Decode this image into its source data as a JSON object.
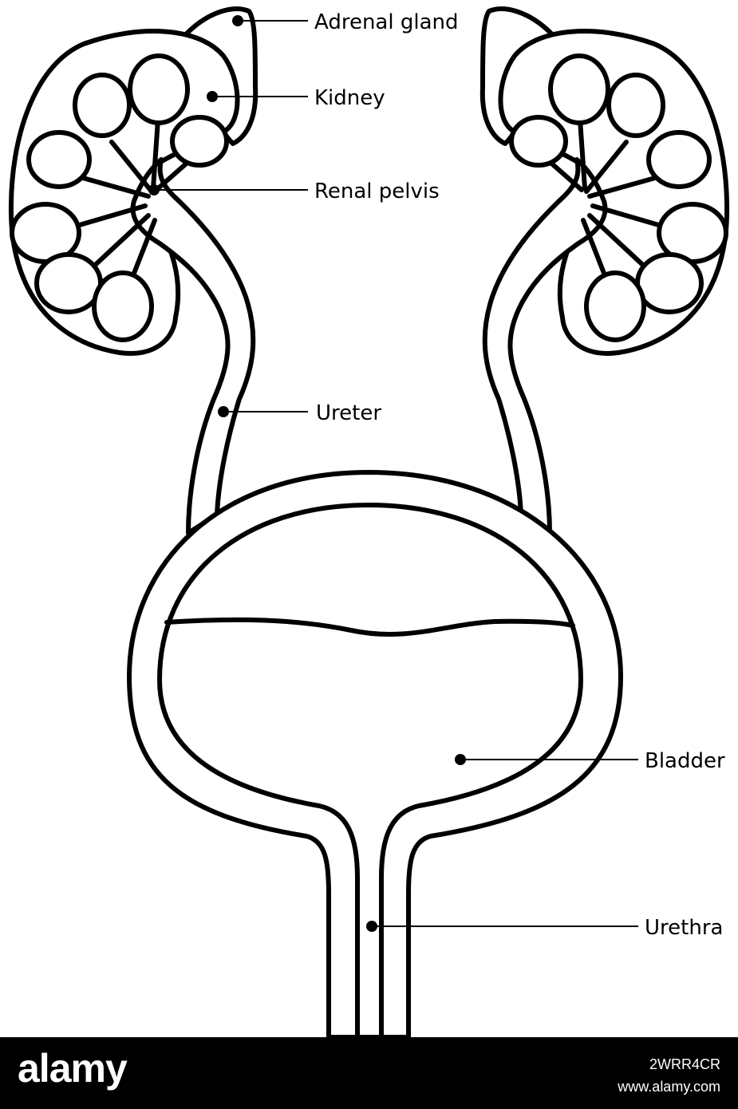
{
  "labels": {
    "adrenal_gland": "Adrenal gland",
    "kidney": "Kidney",
    "renal_pelvis": "Renal pelvis",
    "ureter": "Ureter",
    "bladder": "Bladder",
    "urethra": "Urethra"
  },
  "footer": {
    "brand": "alamy",
    "image_id": "2WRR4CR",
    "site": "www.alamy.com"
  },
  "colors": {
    "line": "#000000",
    "background": "#ffffff",
    "footer": "#000000"
  }
}
